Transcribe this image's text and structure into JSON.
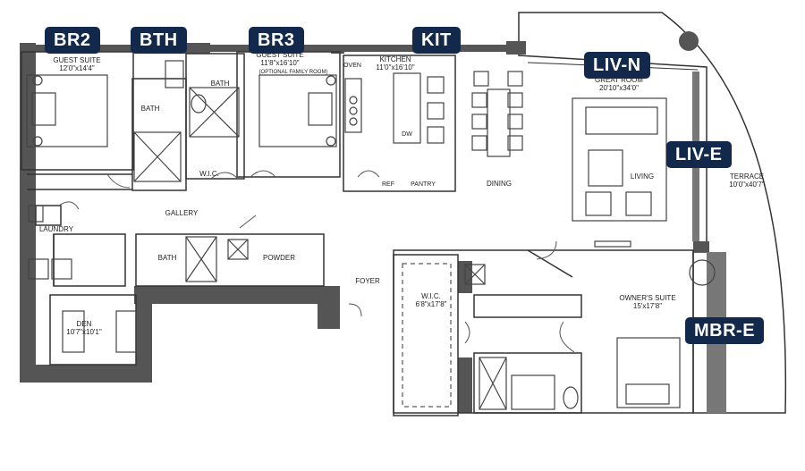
{
  "colors": {
    "tag_bg": "#13294b",
    "wall": "#555555",
    "line": "#333333",
    "light": "#888888"
  },
  "tags": {
    "br2": "BR2",
    "bth": "BTH",
    "br3": "BR3",
    "kit": "KIT",
    "liv_n": "LIV-N",
    "liv_e": "LIV-E",
    "mbr_e": "MBR-E"
  },
  "rooms": {
    "guest_suite_2": {
      "name": "GUEST SUITE",
      "dims": "12'0\"x14'4\""
    },
    "bath_2": {
      "name": "BATH"
    },
    "guest_suite_3": {
      "name": "GUEST SUITE",
      "dims": "11'8\"x16'10\"",
      "note": "(OPTIONAL FAMILY ROOM)"
    },
    "bath_3": {
      "name": "BATH"
    },
    "wic_3": {
      "name": "W.I.C."
    },
    "kitchen": {
      "name": "KITCHEN",
      "dims": "11'0\"x16'10\""
    },
    "oven": {
      "name": "OVEN"
    },
    "dw": {
      "name": "DW"
    },
    "ref": {
      "name": "REF"
    },
    "pantry": {
      "name": "PANTRY"
    },
    "dining": {
      "name": "DINING"
    },
    "great_room": {
      "name": "GREAT ROOM",
      "dims": "20'10\"x34'0\""
    },
    "living": {
      "name": "LIVING"
    },
    "terrace": {
      "name": "TERRACE",
      "dims": "10'0\"x40'7\""
    },
    "gallery": {
      "name": "GALLERY"
    },
    "laundry": {
      "name": "LAUNDRY"
    },
    "bath_hall": {
      "name": "BATH"
    },
    "powder": {
      "name": "POWDER"
    },
    "foyer": {
      "name": "FOYER"
    },
    "wic_owner": {
      "name": "W.I.C.",
      "dims": "6'8\"x17'8\""
    },
    "owners_suite": {
      "name": "OWNER'S SUITE",
      "dims": "15'x17'8\""
    },
    "den": {
      "name": "DEN",
      "dims": "10'7\"x10'1\""
    }
  }
}
